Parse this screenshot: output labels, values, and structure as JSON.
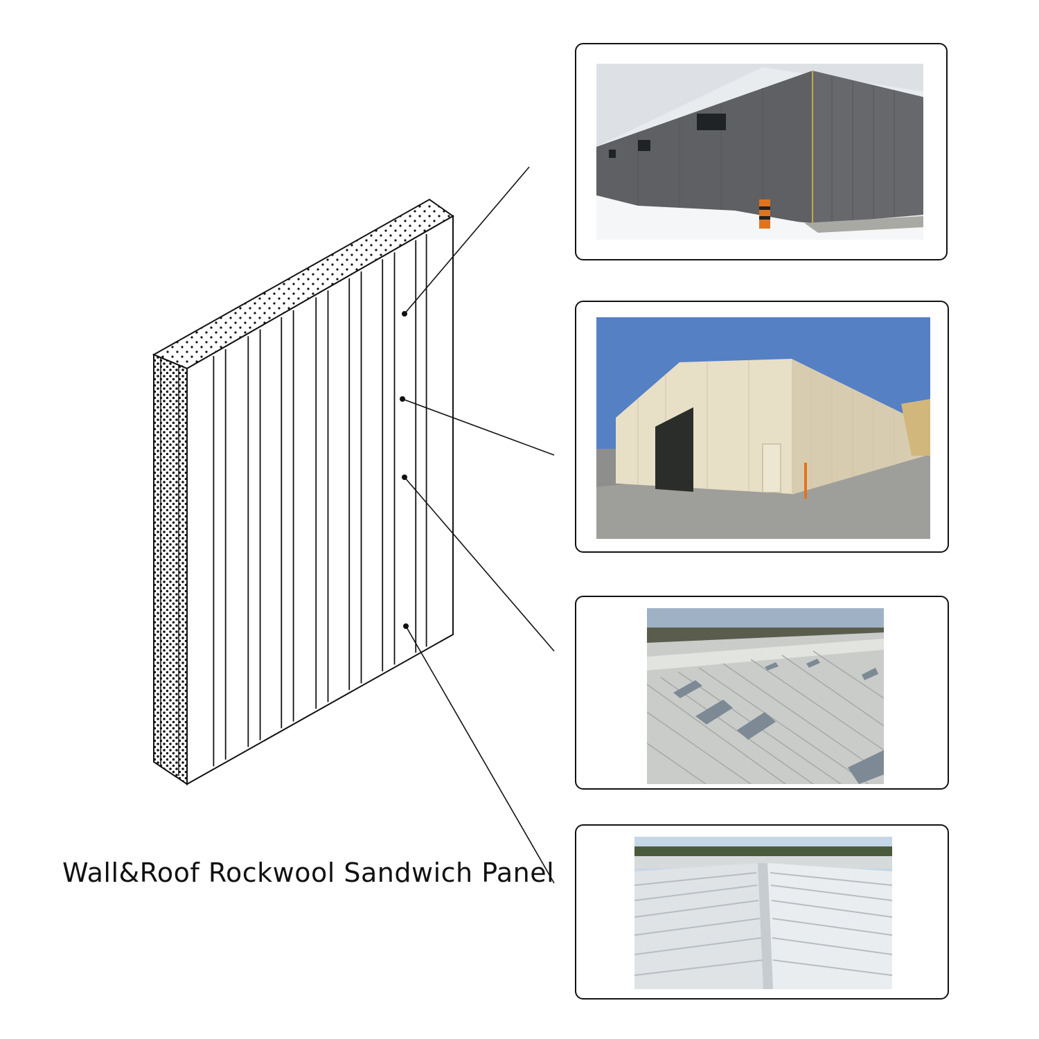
{
  "caption": "Wall&Roof Rockwool Sandwich Panel",
  "callouts": [
    {
      "id": "photo-1",
      "subject": "dark-grey-wall-panel-warehouse"
    },
    {
      "id": "photo-2",
      "subject": "cream-wall-panel-warehouse"
    },
    {
      "id": "photo-3",
      "subject": "roof-panel-with-skylights"
    },
    {
      "id": "photo-4",
      "subject": "white-ridged-roof"
    }
  ],
  "colors": {
    "outline": "#111111",
    "dark_panel": "#5d5f62",
    "cream_panel": "#e6dcc4",
    "sky_blue": "#4f79bf",
    "roof_grey": "#c9ccc8"
  }
}
